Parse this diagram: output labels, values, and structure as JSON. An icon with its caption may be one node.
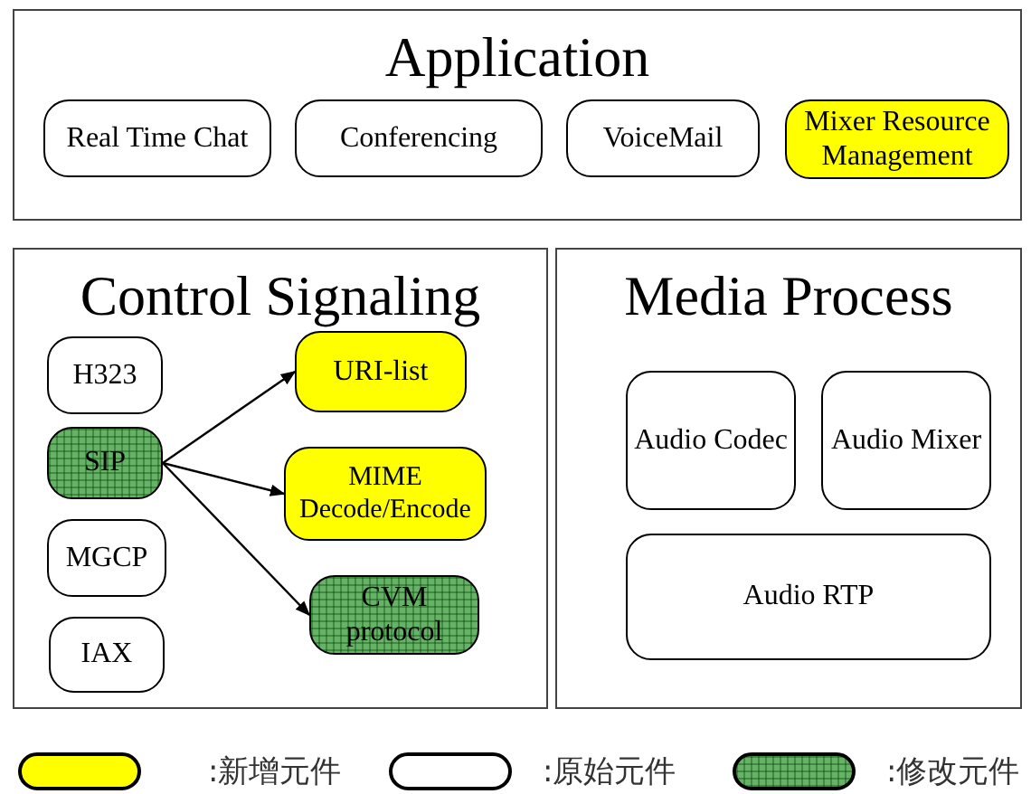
{
  "diagram": {
    "nodes": [
      {
        "text": [
          "Application"
        ]
      },
      {
        "text": [
          "Real Time Chat"
        ],
        "in": 0
      },
      {
        "text": [
          "Conferencing"
        ],
        "in": 0
      },
      {
        "text": [
          "VoiceMail"
        ],
        "in": 0
      },
      {
        "text": [
          "Mixer Resource Management"
        ],
        "in": 0
      },
      {
        "text": [
          "Control Signaling"
        ]
      },
      {
        "text": [
          "H323"
        ],
        "in": 5
      },
      {
        "text": [
          "SIP"
        ],
        "in": 5
      },
      {
        "text": [
          "MGCP"
        ],
        "in": 5
      },
      {
        "text": [
          "IAX"
        ],
        "in": 5
      },
      {
        "text": [
          "URI-list"
        ],
        "in": 5
      },
      {
        "text": [
          "MIME Decode/Encode"
        ],
        "in": 5
      },
      {
        "text": [
          "CVM protocol"
        ],
        "in": 5
      },
      {
        "text": [
          "Media Process"
        ]
      },
      {
        "text": [
          "Audio Codec"
        ],
        "in": 13
      },
      {
        "text": [
          "Audio Mixer"
        ],
        "in": 13
      },
      {
        "text": [
          "Audio RTP"
        ],
        "in": 13
      }
    ],
    "edges": [
      {
        "from": 7,
        "to": 10,
        "arrow": "to"
      },
      {
        "from": 7,
        "to": 11,
        "arrow": "to"
      },
      {
        "from": 7,
        "to": 12,
        "arrow": "to"
      }
    ],
    "legend": [
      {
        "text": ":新增元件",
        "color": "#ffff00"
      },
      {
        "text": ":原始元件",
        "color": "#ffffff"
      },
      {
        "text": ":修改元件",
        "color": "#66b266"
      }
    ]
  }
}
